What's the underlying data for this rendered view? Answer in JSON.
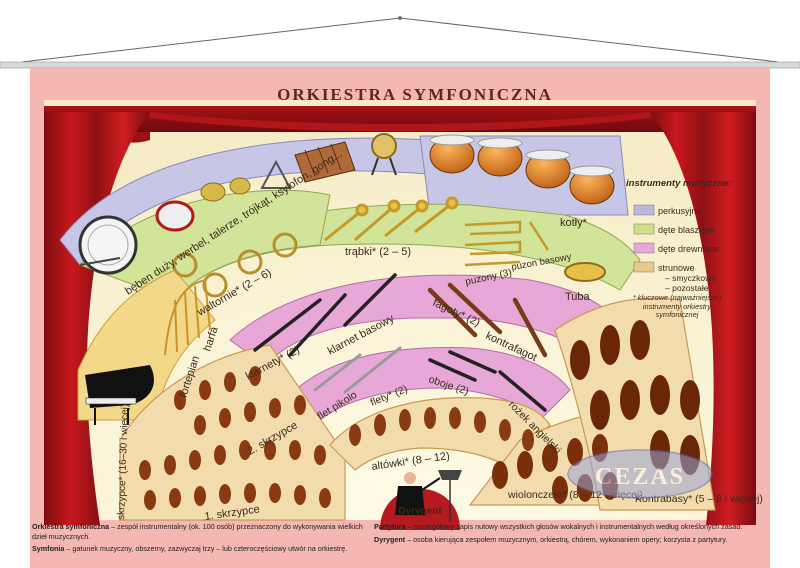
{
  "title": "ORKIESTRA SYMFONICZNA",
  "sections": {
    "percussion": "bęben duży, werbel, talerze, trójkąt, ksylofon, gong...",
    "timpani": "kotły*",
    "horns": "waltornie* (2 – 6)",
    "trumpets": "trąbki* (2 – 5)",
    "trombones": "puzony (3)",
    "bass_trombone": "puzon basowy",
    "tuba": "Tuba",
    "harp": "harfa",
    "piano": "fortepian",
    "clarinets": "klarnety* (2)",
    "bass_clarinet": "klarnet basowy",
    "bassoons": "fagoty* (2)",
    "contrabassoon": "kontrafagot",
    "piccolo": "flet pikolo",
    "flutes": "flety* (2)",
    "oboes": "oboje (2)",
    "english_horn": "rożek angielski",
    "violins1": "1. skrzypce",
    "violins2": "2. skrzypce",
    "violins": "skrzypce* (16–30 i więcej)",
    "violas": "altówki* (8 – 12)",
    "cellos": "wiolonczele* (8 – 12 i więcej)",
    "basses": "Kontrabasy* (5 – 8 i więcej)",
    "conductor": "Dyrygent"
  },
  "legend": {
    "title": "instrumenty muzyczne:",
    "items": [
      {
        "label": "perkusyjne",
        "color": "#b9b8dc"
      },
      {
        "label": "dęte blaszane",
        "color": "#cde08a"
      },
      {
        "label": "dęte drewniane",
        "color": "#e7a8d8"
      },
      {
        "label": "strunowe",
        "color": "#e8c98a"
      }
    ],
    "sub_items": [
      "– smyczkowe",
      "– pozostałe"
    ],
    "note": "* kluczowe (najważniejsze) instrumenty orkiestry symfonicznej"
  },
  "watermark": "CEZAS",
  "footer": {
    "orchestra_term": "Orkiestra symfoniczna",
    "orchestra_def": " – zespół instrumentalny (ok. 100 osób) przeznaczony do wykonywania wielkich dzieł muzycznych.",
    "symphony_term": "Symfonia",
    "symphony_def": " – gatunek muzyczny, obszerny, zazwyczaj trzy – lub czteroczęściowy utwór na orkiestrę.",
    "score_term": "Partytura",
    "score_def": " – szczegółowy zapis nutowy wszystkich głosów wokalnych i instrumentalnych według określonych zasad.",
    "conductor_term": "Dyrygent",
    "conductor_def": " – osoba kierująca zespołem muzycznym, orkiestrą, chórem, wykonaniem opery; korzysta z partytury."
  }
}
